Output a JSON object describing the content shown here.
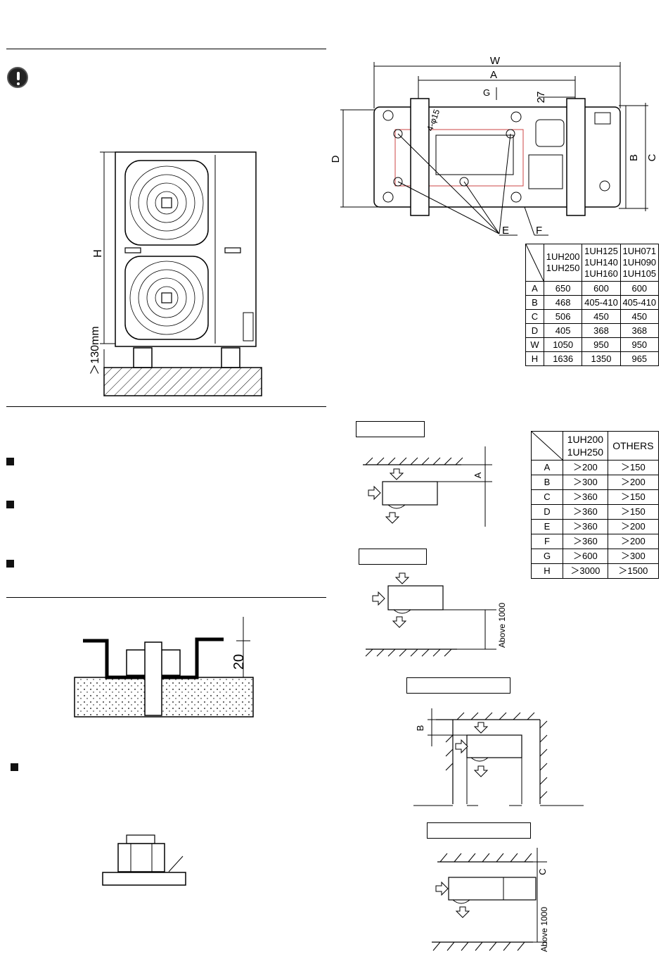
{
  "base_table": {
    "header": [
      "",
      "1UH200\n1UH250",
      "1UH125\n1UH140\n1UH160",
      "1UH071\n1UH090\n1UH105"
    ],
    "rows": [
      [
        "A",
        "650",
        "600",
        "600"
      ],
      [
        "B",
        "468",
        "405-410",
        "405-410"
      ],
      [
        "C",
        "506",
        "450",
        "450"
      ],
      [
        "D",
        "405",
        "368",
        "368"
      ],
      [
        "W",
        "1050",
        "950",
        "950"
      ],
      [
        "H",
        "1636",
        "1350",
        "965"
      ]
    ]
  },
  "clearance_table": {
    "header": [
      "",
      "1UH200\n1UH250",
      "OTHERS"
    ],
    "rows": [
      [
        "A",
        "＞200",
        "＞150"
      ],
      [
        "B",
        "＞300",
        "＞200"
      ],
      [
        "C",
        "＞360",
        "＞150"
      ],
      [
        "D",
        "＞360",
        "＞150"
      ],
      [
        "E",
        "＞360",
        "＞200"
      ],
      [
        "F",
        "＞360",
        "＞200"
      ],
      [
        "G",
        "＞600",
        "＞300"
      ],
      [
        "H",
        "＞3000",
        "＞1500"
      ]
    ]
  },
  "unit_drawing": {
    "height_label": "H",
    "clearance_label": "＞130mm"
  },
  "base_drawing": {
    "labels": {
      "W": "W",
      "A": "A",
      "G": "G",
      "27": "27",
      "D": "D",
      "B": "B",
      "C": "C",
      "E": "E",
      "F": "F",
      "hole": "4-φ15"
    }
  },
  "bolt_drawing": {
    "dim": "20"
  },
  "clearance_diagrams": {
    "d1_label": "A",
    "d2_label": "Above 1000",
    "d3_label": "B",
    "d4_label_c": "C",
    "d4_label_above": "Above 1000"
  }
}
